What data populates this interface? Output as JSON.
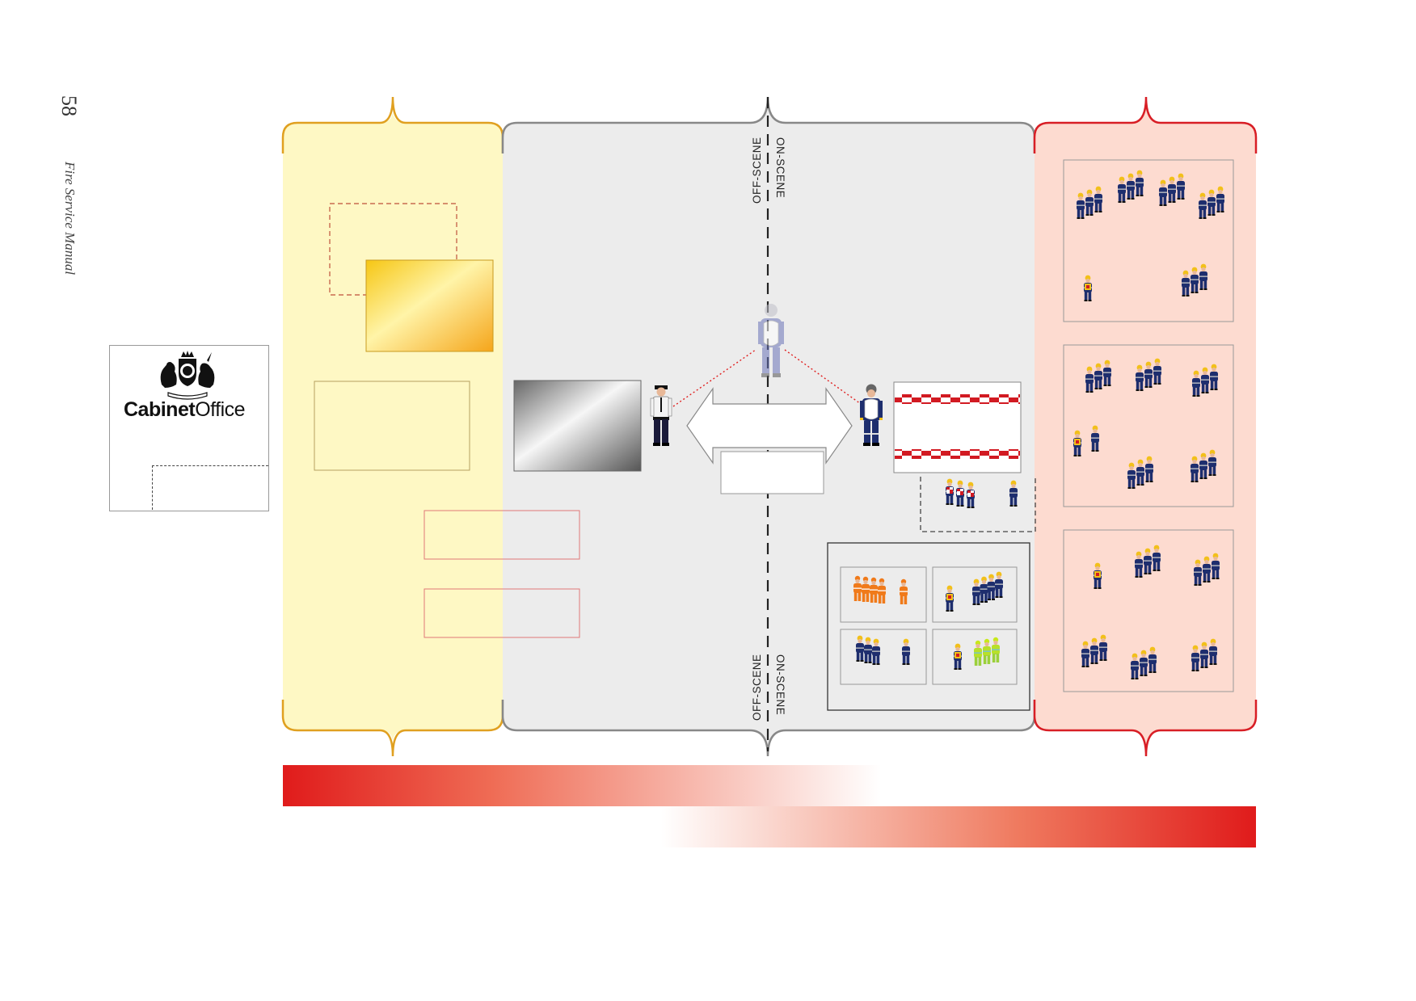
{
  "page": {
    "number": "58",
    "running_title": "Fire Service Manual"
  },
  "logo": {
    "text_bold": "Cabinet",
    "text_regular": "Office"
  },
  "divider": {
    "top_left_label": "OFF-SCENE",
    "top_right_label": "ON-SCENE",
    "bottom_left_label": "OFF-SCENE",
    "bottom_right_label": "ON-SCENE"
  },
  "colors": {
    "gold_zone": "#fef8c4",
    "gold_border": "#e0a020",
    "silver_zone": "#ececec",
    "silver_border": "#888888",
    "bronze_zone": "#fddbd0",
    "bronze_border": "#d81e25",
    "uniform_navy": "#1e2e6e",
    "helmet_yellow": "#f2c01a",
    "gradient_red": "#e01b1b"
  }
}
